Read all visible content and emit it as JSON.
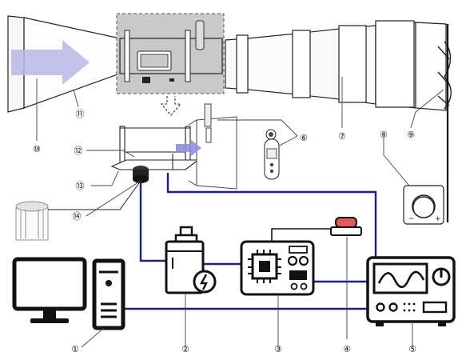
{
  "colors": {
    "wire": "#1f1f7a",
    "dark": "#1a1a1a",
    "arrow": "#b9b9e6",
    "flow_arrow": "#8f8fd8",
    "panel": "#c9c9c9",
    "dial_red": "#e05a5a"
  },
  "callouts": {
    "c1": "①",
    "c2": "②",
    "c3": "③",
    "c4": "④",
    "c5": "⑤",
    "c6": "⑥",
    "c7": "⑦",
    "c8": "⑧",
    "c9": "⑨",
    "c10": "⑩",
    "c11": "⑪",
    "c12": "⑫",
    "c13": "⑬",
    "c14": "⑭"
  },
  "icons": {
    "computer": "desktop-computer-icon",
    "power_supply": "power-supply-icon",
    "controller": "circuit-board-icon",
    "button": "push-button-icon",
    "oscilloscope": "oscilloscope-icon",
    "sound_meter": "sound-level-meter-icon",
    "knob": "speed-dial-icon",
    "fan": "fan-icon",
    "sample": "specimen-icon"
  }
}
